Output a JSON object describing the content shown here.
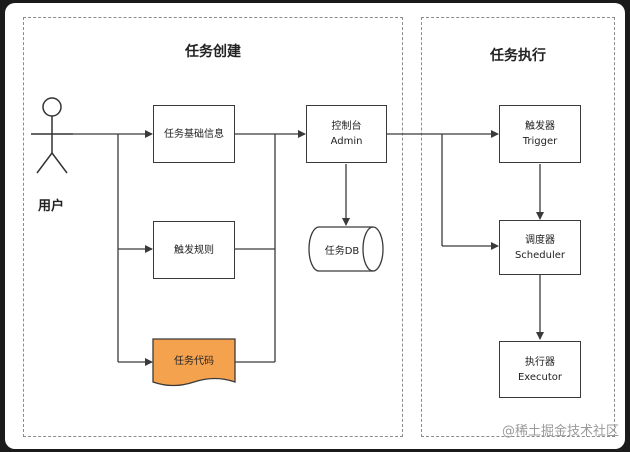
{
  "diagram": {
    "panels": {
      "creation_title": "任务创建",
      "execution_title": "任务执行"
    },
    "actor": {
      "label": "用户"
    },
    "nodes": {
      "basic_info": "任务基础信息",
      "trigger_rule": "触发规则",
      "task_code": "任务代码",
      "console": {
        "line1": "控制台",
        "line2": "Admin"
      },
      "task_db": "任务DB",
      "trigger": {
        "line1": "触发器",
        "line2": "Trigger"
      },
      "scheduler": {
        "line1": "调度器",
        "line2": "Scheduler"
      },
      "executor": {
        "line1": "执行器",
        "line2": "Executor"
      }
    },
    "watermark": "@稀土掘金技术社区",
    "colors": {
      "task_code_fill": "#f5a24e",
      "stroke": "#3a3a3a"
    }
  }
}
